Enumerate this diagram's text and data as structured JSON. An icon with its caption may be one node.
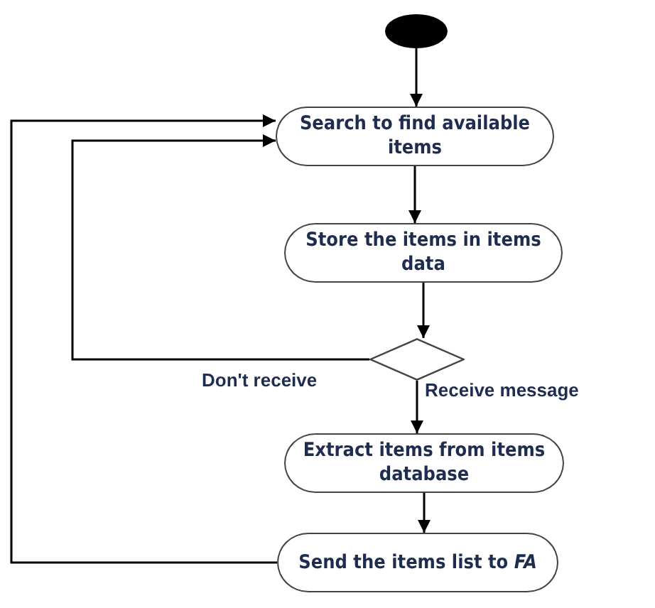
{
  "diagram": {
    "nodes": [
      {
        "text": [],
        "shape": "circle"
      },
      {
        "text": [
          "Search to find available items"
        ]
      },
      {
        "text": [
          "Store the items in items data"
        ]
      },
      {
        "text": [],
        "shape": "diamond"
      },
      {
        "text": [
          "Extract items from items database"
        ]
      },
      {
        "text": [
          "Send the items list to *FA*"
        ]
      }
    ],
    "edges": [
      {
        "from": 0,
        "to": 1,
        "arrow": "to"
      },
      {
        "from": 1,
        "to": 2,
        "arrow": "to"
      },
      {
        "from": 2,
        "to": 3,
        "arrow": "to"
      },
      {
        "from": 3,
        "to": 1,
        "arrow": "to",
        "label": "Don't receive"
      },
      {
        "from": 3,
        "to": 4,
        "arrow": "to",
        "label": "Receive message"
      },
      {
        "from": 4,
        "to": 5,
        "arrow": "to"
      },
      {
        "from": 5,
        "to": 1,
        "arrow": "to"
      }
    ]
  }
}
